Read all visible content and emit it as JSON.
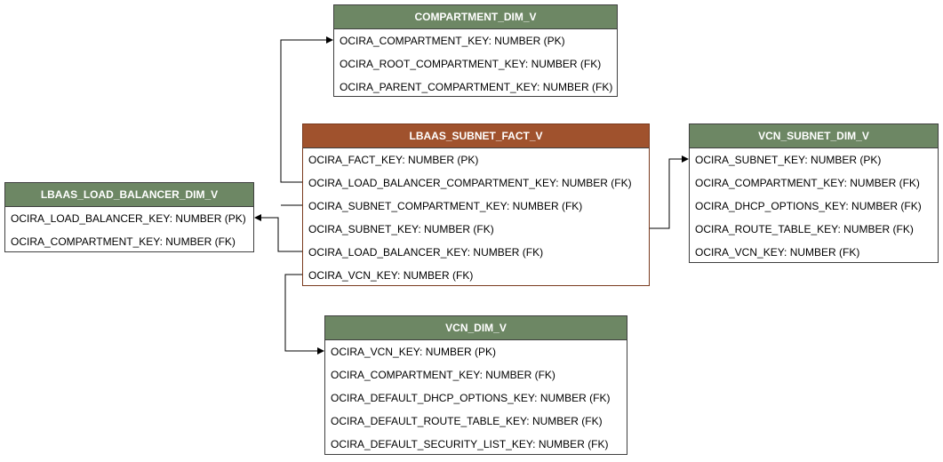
{
  "colors": {
    "dim_header": "#6d8764",
    "fact_header": "#a0522d",
    "border": "#3f3f3f",
    "edge": "#000000"
  },
  "entities": {
    "compartment_dim_v": {
      "title": "COMPARTMENT_DIM_V",
      "fields": [
        "OCIRA_COMPARTMENT_KEY: NUMBER (PK)",
        "OCIRA_ROOT_COMPARTMENT_KEY: NUMBER (FK)",
        "OCIRA_PARENT_COMPARTMENT_KEY: NUMBER (FK)"
      ]
    },
    "lbaas_subnet_fact_v": {
      "title": "LBAAS_SUBNET_FACT_V",
      "fields": [
        "OCIRA_FACT_KEY: NUMBER (PK)",
        "OCIRA_LOAD_BALANCER_COMPARTMENT_KEY: NUMBER (FK)",
        "OCIRA_SUBNET_COMPARTMENT_KEY: NUMBER (FK)",
        "OCIRA_SUBNET_KEY: NUMBER (FK)",
        "OCIRA_LOAD_BALANCER_KEY: NUMBER (FK)",
        "OCIRA_VCN_KEY: NUMBER (FK)"
      ]
    },
    "vcn_subnet_dim_v": {
      "title": "VCN_SUBNET_DIM_V",
      "fields": [
        "OCIRA_SUBNET_KEY: NUMBER (PK)",
        "OCIRA_COMPARTMENT_KEY: NUMBER (FK)",
        "OCIRA_DHCP_OPTIONS_KEY: NUMBER (FK)",
        "OCIRA_ROUTE_TABLE_KEY: NUMBER (FK)",
        "OCIRA_VCN_KEY: NUMBER (FK)"
      ]
    },
    "lbaas_load_balancer_dim_v": {
      "title": "LBAAS_LOAD_BALANCER_DIM_V",
      "fields": [
        "OCIRA_LOAD_BALANCER_KEY: NUMBER (PK)",
        "OCIRA_COMPARTMENT_KEY: NUMBER (FK)"
      ]
    },
    "vcn_dim_v": {
      "title": "VCN_DIM_V",
      "fields": [
        "OCIRA_VCN_KEY: NUMBER (PK)",
        "OCIRA_COMPARTMENT_KEY: NUMBER (FK)",
        "OCIRA_DEFAULT_DHCP_OPTIONS_KEY: NUMBER (FK)",
        "OCIRA_DEFAULT_ROUTE_TABLE_KEY: NUMBER (FK)",
        "OCIRA_DEFAULT_SECURITY_LIST_KEY: NUMBER (FK)"
      ]
    }
  }
}
